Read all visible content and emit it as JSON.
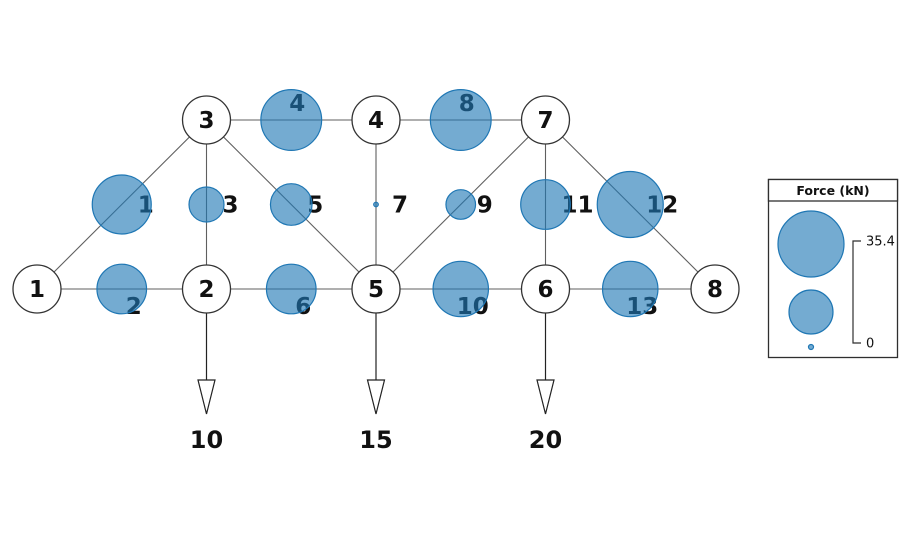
{
  "figure": {
    "background": "#ffffff",
    "bubble_color": "#1f77b4",
    "bubble_opacity": 0.62,
    "member_line_color": "#5f5f5f",
    "node_fill": "#ffffff",
    "outline_color": "#2f2f2f",
    "text_color": "#111111"
  },
  "chart_data": {
    "type": "scatter",
    "subtype": "truss-member-force-bubble-diagram",
    "title": "",
    "size_encoding": "bubble area proportional to member force magnitude",
    "legend": {
      "title": "Force (kN)",
      "position": "right",
      "max_label": "35.4",
      "max_value_kN": 35.4,
      "min_label": "0",
      "min_value_kN": 0
    },
    "nodes": [
      {
        "id": "1",
        "gx": 0,
        "gy": 0
      },
      {
        "id": "2",
        "gx": 1,
        "gy": 0
      },
      {
        "id": "3",
        "gx": 1,
        "gy": 1
      },
      {
        "id": "4",
        "gx": 2,
        "gy": 1
      },
      {
        "id": "5",
        "gx": 2,
        "gy": 0
      },
      {
        "id": "6",
        "gx": 3,
        "gy": 0
      },
      {
        "id": "7",
        "gx": 3,
        "gy": 1
      },
      {
        "id": "8",
        "gx": 4,
        "gy": 0
      }
    ],
    "members": [
      {
        "id": "1",
        "from": "1",
        "to": "3",
        "force_kN": 28.3
      },
      {
        "id": "2",
        "from": "1",
        "to": "2",
        "force_kN": 20.0
      },
      {
        "id": "3",
        "from": "2",
        "to": "3",
        "force_kN": 10.0
      },
      {
        "id": "4",
        "from": "3",
        "to": "4",
        "force_kN": 30.0
      },
      {
        "id": "5",
        "from": "3",
        "to": "5",
        "force_kN": 14.1
      },
      {
        "id": "6",
        "from": "2",
        "to": "5",
        "force_kN": 20.0
      },
      {
        "id": "7",
        "from": "4",
        "to": "5",
        "force_kN": 0.0
      },
      {
        "id": "8",
        "from": "4",
        "to": "7",
        "force_kN": 30.0
      },
      {
        "id": "9",
        "from": "5",
        "to": "7",
        "force_kN": 7.1
      },
      {
        "id": "10",
        "from": "5",
        "to": "6",
        "force_kN": 25.0
      },
      {
        "id": "11",
        "from": "6",
        "to": "7",
        "force_kN": 20.0
      },
      {
        "id": "12",
        "from": "7",
        "to": "8",
        "force_kN": 35.4
      },
      {
        "id": "13",
        "from": "6",
        "to": "8",
        "force_kN": 25.0
      }
    ],
    "loads": [
      {
        "node": "2",
        "label": "10",
        "value_kN": 10,
        "direction": "down"
      },
      {
        "node": "5",
        "label": "15",
        "value_kN": 15,
        "direction": "down"
      },
      {
        "node": "6",
        "label": "20",
        "value_kN": 20,
        "direction": "down"
      }
    ]
  }
}
